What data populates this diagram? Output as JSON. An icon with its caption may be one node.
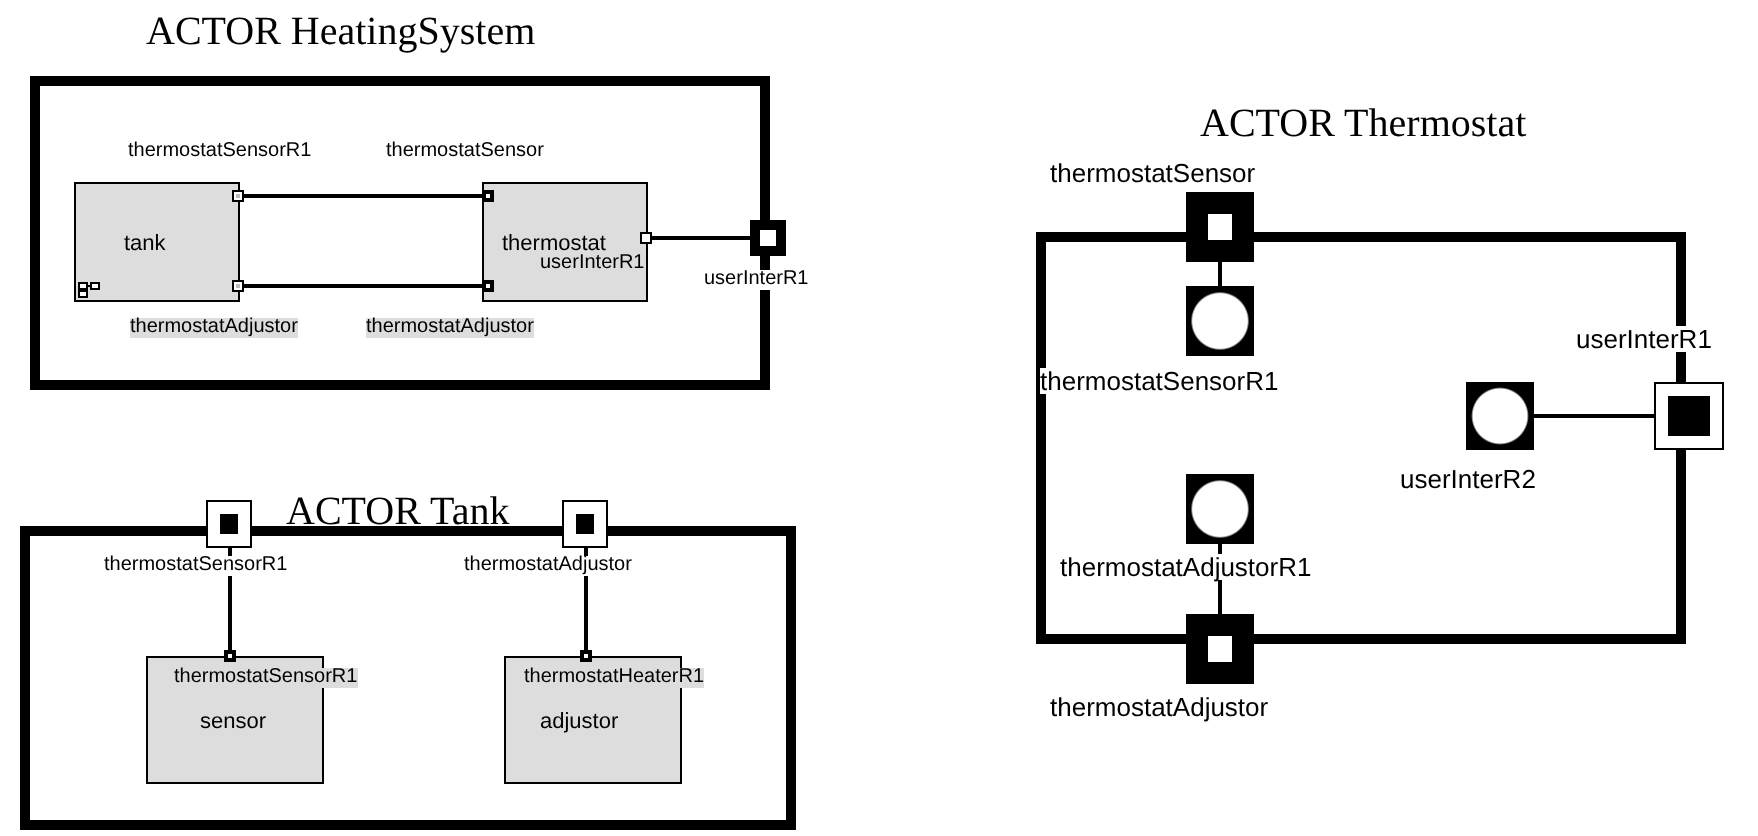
{
  "diagram": {
    "nodes": [
      {
        "text": [
          "ACTOR HeatingSystem"
        ]
      },
      {
        "text": [
          "tank"
        ],
        "in": 0
      },
      {
        "text": [
          "thermostat"
        ],
        "in": 0
      },
      {
        "text": [],
        "shape": "box",
        "beside": [
          "thermostatSensorR1"
        ],
        "in": 1
      },
      {
        "text": [],
        "shape": "box",
        "beside": [
          "thermostatAdjustor"
        ],
        "in": 1
      },
      {
        "text": [],
        "shape": "box",
        "beside": [
          "thermostatSensor"
        ],
        "in": 2
      },
      {
        "text": [],
        "shape": "box",
        "beside": [
          "thermostatAdjustor"
        ],
        "in": 2
      },
      {
        "text": [],
        "shape": "box",
        "beside": [
          "userInterR1"
        ],
        "in": 2
      },
      {
        "text": [],
        "shape": "box",
        "beside": [
          "userInterR1"
        ]
      },
      {
        "text": [
          "ACTOR Tank"
        ]
      },
      {
        "text": [],
        "shape": "box",
        "beside": [
          "thermostatSensorR1"
        ]
      },
      {
        "text": [],
        "shape": "box",
        "beside": [
          "thermostatAdjustor"
        ]
      },
      {
        "text": [
          "sensor"
        ],
        "in": 9
      },
      {
        "text": [],
        "shape": "box",
        "beside": [
          "thermostatSensorR1"
        ],
        "in": 12
      },
      {
        "text": [
          "adjustor"
        ],
        "in": 9
      },
      {
        "text": [],
        "shape": "box",
        "beside": [
          "thermostatHeaterR1"
        ],
        "in": 14
      },
      {
        "text": [
          "ACTOR Thermostat"
        ]
      },
      {
        "text": [],
        "shape": "box",
        "beside": [
          "thermostatSensor"
        ]
      },
      {
        "text": [],
        "shape": "box",
        "beside": [
          "thermostatSensorR1"
        ],
        "in": 16
      },
      {
        "text": [],
        "shape": "box",
        "beside": [
          "thermostatAdjustorR1"
        ],
        "in": 16
      },
      {
        "text": [],
        "shape": "box",
        "beside": [
          "thermostatAdjustor"
        ]
      },
      {
        "text": [],
        "shape": "box",
        "beside": [
          "userInterR2"
        ],
        "in": 16
      },
      {
        "text": [],
        "shape": "box",
        "beside": [
          "userInterR1"
        ]
      }
    ],
    "edges": [
      {
        "from": 3,
        "to": 5,
        "arrow": "none"
      },
      {
        "from": 4,
        "to": 6,
        "arrow": "none"
      },
      {
        "from": 7,
        "to": 8,
        "arrow": "none"
      },
      {
        "from": 10,
        "to": 13,
        "arrow": "none"
      },
      {
        "from": 11,
        "to": 15,
        "arrow": "none"
      },
      {
        "from": 17,
        "to": 18,
        "arrow": "none"
      },
      {
        "from": 19,
        "to": 20,
        "arrow": "none"
      },
      {
        "from": 21,
        "to": 22,
        "arrow": "none"
      }
    ]
  }
}
